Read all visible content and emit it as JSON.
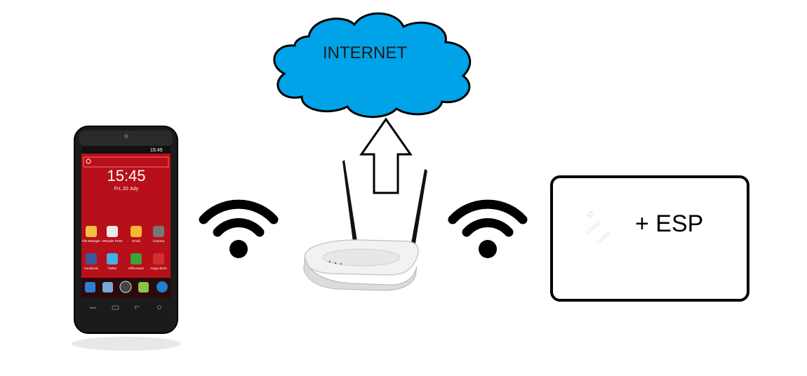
{
  "cloud": {
    "label": "INTERNET",
    "color": "#00a3e8"
  },
  "phone": {
    "status_time": "15:45",
    "clock_time": "15:45",
    "date": "Fri, 20 July",
    "apps_row1": [
      "File Manager",
      "eReader Prest",
      "Email",
      "Camera"
    ],
    "apps_row2": [
      "Facebook",
      "Twitter",
      "OfficeSuite",
      "Angry Birds"
    ]
  },
  "microcontroller": {
    "chip_brand": "ST",
    "chip_line": "STM32",
    "chip_core": "Cortex",
    "suffix_label": "+ ESP"
  },
  "colors": {
    "cloud_fill": "#00a3e8",
    "phone_screen": "#b8101a",
    "router_body": "#f2f2f2"
  }
}
